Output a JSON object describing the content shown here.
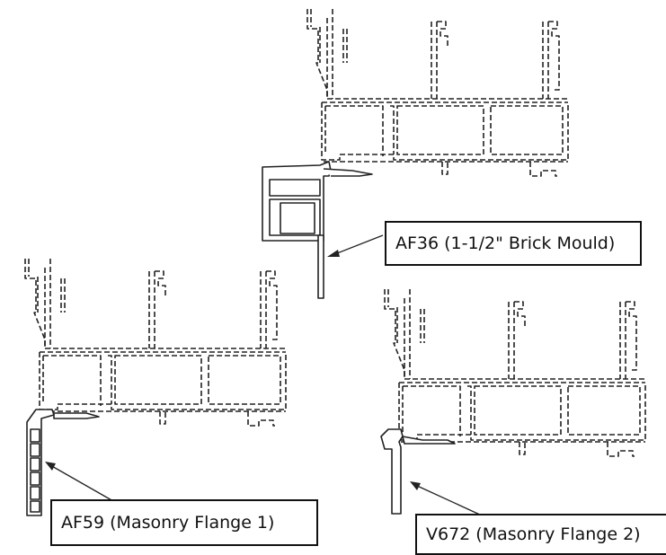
{
  "callouts": {
    "af36": "AF36 (1-1/2\" Brick Mould)",
    "af59": "AF59 (Masonry Flange 1)",
    "v672": "V672 (Masonry Flange 2)"
  }
}
